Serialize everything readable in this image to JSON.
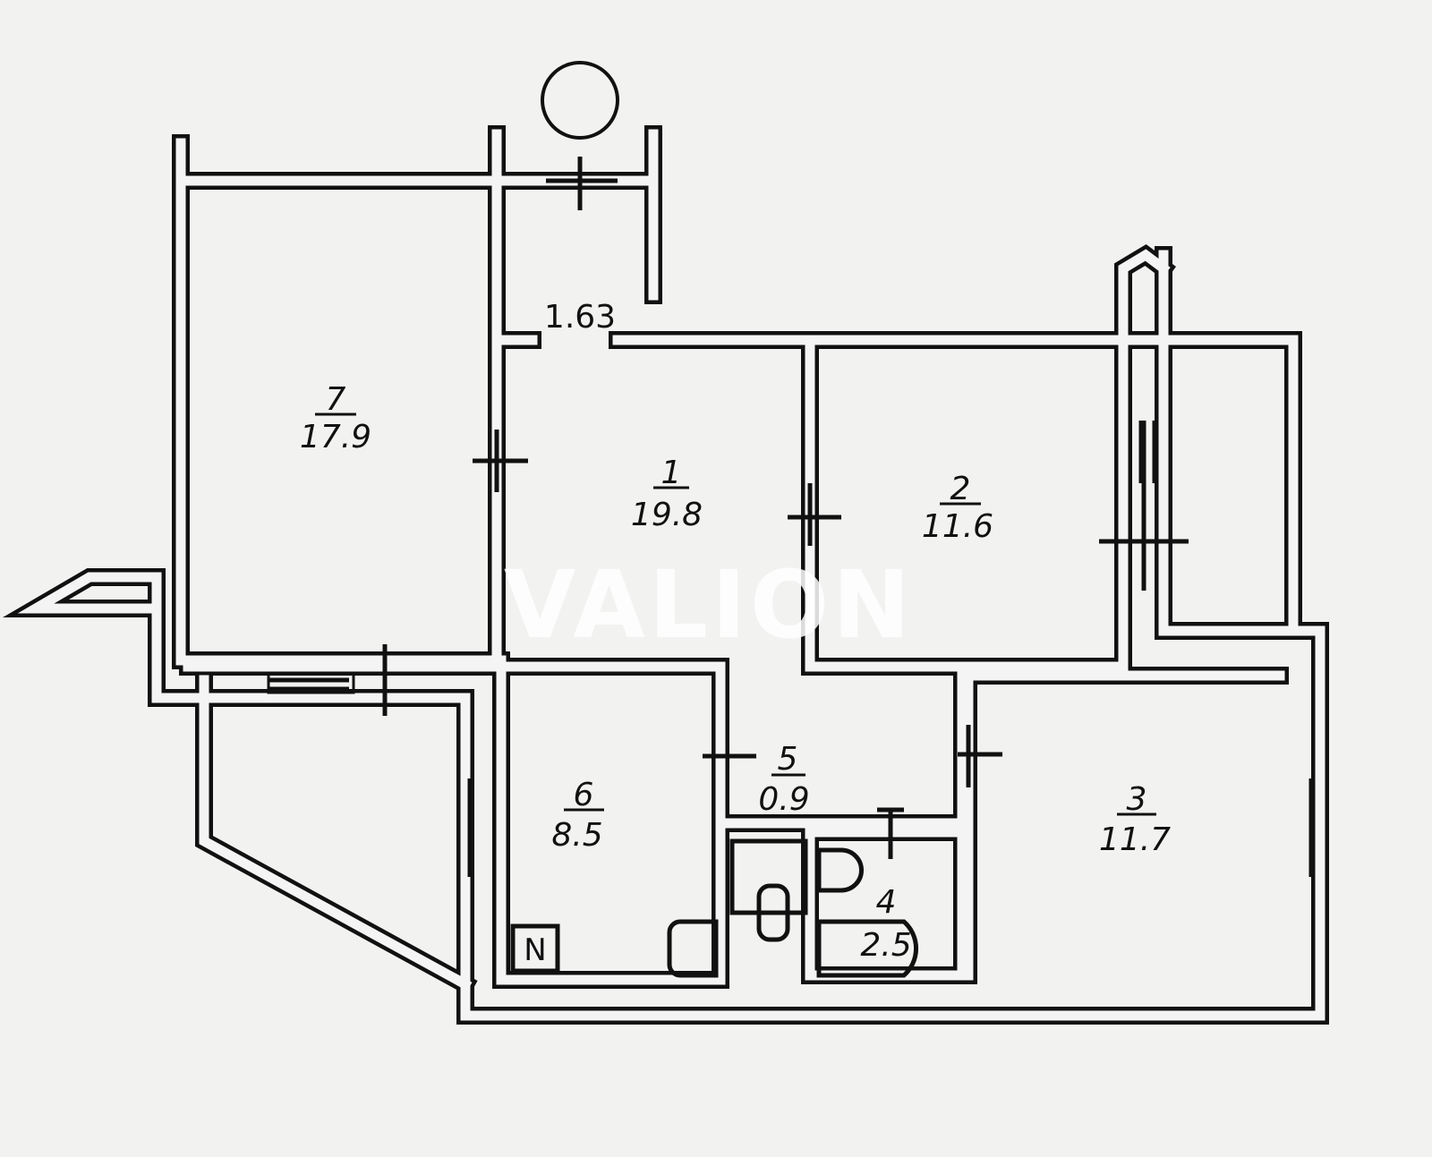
{
  "plan": {
    "balcony_area": "1.63",
    "rooms": [
      {
        "number": "7",
        "area": "17.9"
      },
      {
        "number": "1",
        "area": "19.8"
      },
      {
        "number": "2",
        "area": "11.6"
      },
      {
        "number": "5",
        "area": "0.9"
      },
      {
        "number": "6",
        "area": "8.5"
      },
      {
        "number": "3",
        "area": "11.7"
      },
      {
        "number": "4",
        "area": "2.5"
      }
    ],
    "north_marker": "N",
    "watermark": "VALION"
  }
}
